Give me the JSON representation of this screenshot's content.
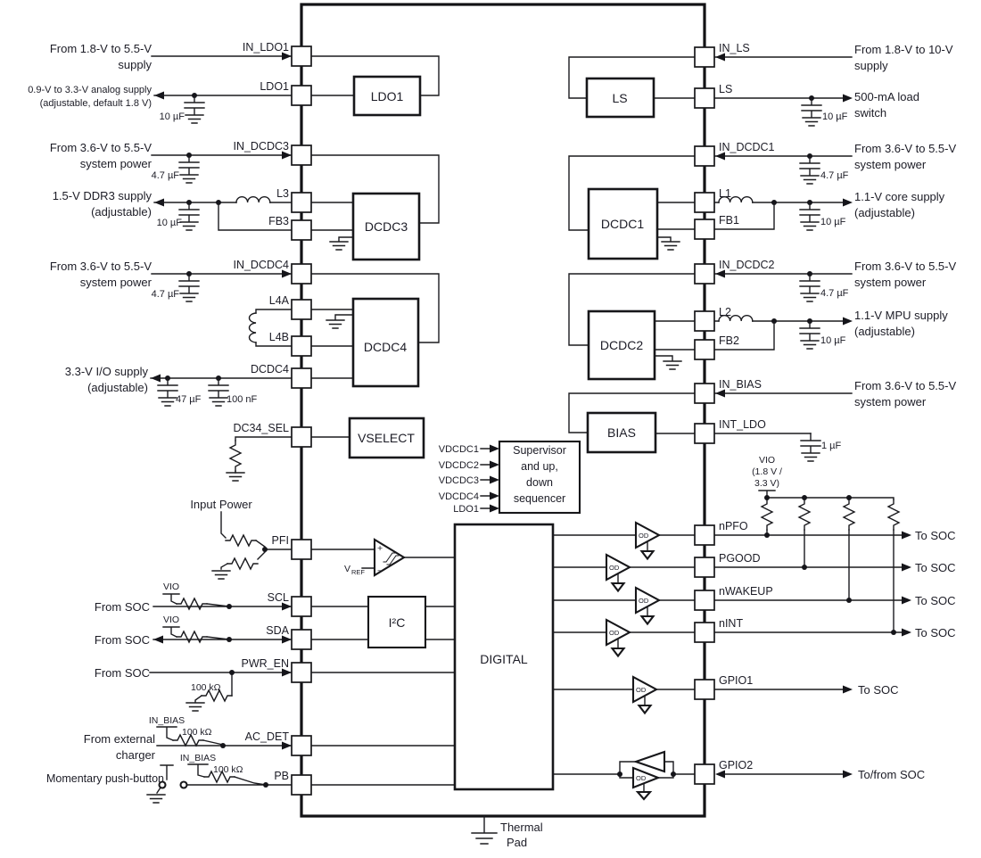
{
  "colors": {
    "ink": "#1b1b1f",
    "bg": "#ffffff"
  },
  "pins": {
    "left": [
      "IN_LDO1",
      "LDO1",
      "IN_DCDC3",
      "L3",
      "FB3",
      "IN_DCDC4",
      "L4A",
      "L4B",
      "DCDC4",
      "DC34_SEL",
      "PFI",
      "SCL",
      "SDA",
      "PWR_EN",
      "AC_DET",
      "PB"
    ],
    "right": [
      "IN_LS",
      "LS",
      "IN_DCDC1",
      "L1",
      "FB1",
      "IN_DCDC2",
      "L2",
      "FB2",
      "IN_BIAS",
      "INT_LDO",
      "nPFO",
      "PGOOD",
      "nWAKEUP",
      "nINT",
      "GPIO1",
      "GPIO2"
    ]
  },
  "blocks": {
    "ldo1": "LDO1",
    "dcdc3": "DCDC3",
    "dcdc4": "DCDC4",
    "vselect": "VSELECT",
    "ls": "LS",
    "dcdc1": "DCDC1",
    "dcdc2": "DCDC2",
    "bias": "BIAS",
    "i2c": "I²C",
    "digital": "DIGITAL",
    "supervisor": [
      "Supervisor",
      "and up,",
      "down",
      "sequencer"
    ],
    "sup_inputs": [
      "VDCDC1",
      "VDCDC2",
      "VDCDC3",
      "VDCDC4",
      "LDO1"
    ]
  },
  "ann": {
    "left": {
      "in_ldo1": [
        "From 1.8-V to 5.5-V",
        "supply"
      ],
      "out_ldo1": [
        "0.9-V to 3.3-V analog supply",
        "(adjustable, default 1.8 V)"
      ],
      "in_dcdc3": [
        "From 3.6-V to 5.5-V",
        "system power"
      ],
      "out_dcdc3": [
        "1.5-V DDR3 supply",
        "(adjustable)"
      ],
      "in_dcdc4": [
        "From 3.6-V to 5.5-V",
        "system power"
      ],
      "out_dcdc4": [
        "3.3-V I/O supply",
        "(adjustable)"
      ],
      "input_power": "Input Power",
      "from_soc": "From SOC",
      "from_charger": [
        "From external",
        "charger"
      ],
      "push_button": "Momentary push-button",
      "vio": "VIO",
      "in_bias": "IN_BIAS"
    },
    "right": {
      "in_ls": [
        "From 1.8-V to 10-V",
        "supply"
      ],
      "out_ls": [
        "500-mA load",
        "switch"
      ],
      "in_dcdc1": [
        "From 3.6-V to 5.5-V",
        "system power"
      ],
      "out_dcdc1": [
        "1.1-V core supply",
        "(adjustable)"
      ],
      "in_dcdc2": [
        "From 3.6-V to 5.5-V",
        "system power"
      ],
      "out_dcdc2": [
        "1.1-V MPU supply",
        "(adjustable)"
      ],
      "in_bias": [
        "From 3.6-V to 5.5-V",
        "system power"
      ],
      "vio": [
        "VIO",
        "(1.8 V /",
        "3.3 V)"
      ],
      "to_soc": "To SOC",
      "to_from_soc": "To/from SOC",
      "thermal": [
        "Thermal",
        "Pad"
      ]
    }
  },
  "parts": {
    "cap_10u": "10 µF",
    "cap_4u7": "4.7 µF",
    "cap_47u": "47 µF",
    "cap_100n": "100 nF",
    "cap_1u": "1 µF",
    "res_100k": "100 kΩ",
    "od": "OD",
    "vref_v": "V",
    "vref_sub": "REF",
    "plus": "+",
    "minus": "−"
  }
}
